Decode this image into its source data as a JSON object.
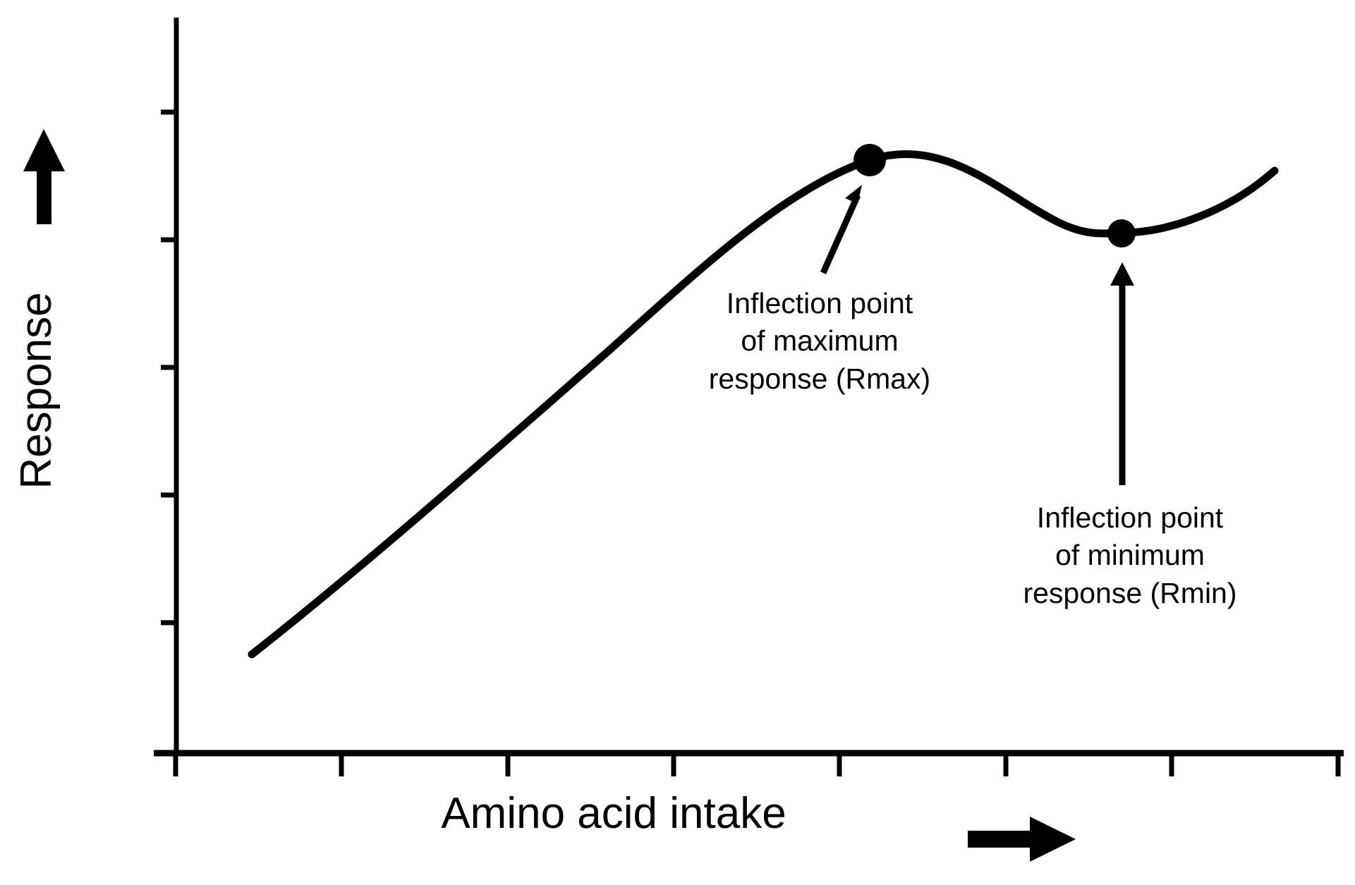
{
  "chart_data": {
    "type": "line",
    "title": "",
    "xlabel": "Amino acid intake",
    "ylabel": "Response",
    "xlabel_arrow": "right-arrow",
    "ylabel_arrow": "up-arrow",
    "grid": false,
    "legend": null,
    "axis_tick_labels": {
      "x": [],
      "y": []
    },
    "x_axis_ticks_count": 8,
    "y_axis_ticks_count": 6,
    "x": [
      0.0,
      0.05,
      0.1,
      0.15,
      0.2,
      0.25,
      0.3,
      0.35,
      0.4,
      0.45,
      0.5,
      0.55,
      0.6,
      0.65,
      0.7,
      0.75,
      0.8,
      0.85,
      0.9,
      0.95,
      1.0
    ],
    "y": [
      0.16,
      0.215,
      0.27,
      0.325,
      0.38,
      0.435,
      0.49,
      0.545,
      0.6,
      0.655,
      0.71,
      0.757,
      0.79,
      0.81,
      0.815,
      0.8,
      0.775,
      0.747,
      0.733,
      0.745,
      0.79
    ],
    "series": [
      {
        "name": "response curve",
        "values": [
          0.16,
          0.215,
          0.27,
          0.325,
          0.38,
          0.435,
          0.49,
          0.545,
          0.6,
          0.655,
          0.71,
          0.757,
          0.79,
          0.81,
          0.815,
          0.8,
          0.775,
          0.747,
          0.733,
          0.745,
          0.79
        ]
      }
    ],
    "xlim": [
      0,
      1
    ],
    "ylim": [
      0,
      1
    ],
    "markers": [
      {
        "name": "Rmax",
        "x": 0.68,
        "y": 0.815,
        "label": "Inflection point of maximum response (Rmax)"
      },
      {
        "name": "Rmin",
        "x": 0.915,
        "y": 0.733,
        "label": "Inflection point of minimum response (Rmin)"
      }
    ],
    "annotations": [
      {
        "id": "max",
        "lines": [
          "Inflection point",
          "of maximum",
          "response (Rmax)"
        ],
        "arrow": "diagonal-up-right"
      },
      {
        "id": "min",
        "lines": [
          "Inflection point",
          "of minimum",
          "response (Rmin)"
        ],
        "arrow": "vertical-up"
      }
    ],
    "colors": {
      "curve": "#000000",
      "axis": "#000000",
      "marker": "#000000",
      "background": "#ffffff",
      "text": "#000000"
    }
  },
  "annotation_max": {
    "line1": "Inflection point",
    "line2": "of maximum",
    "line3": "response (Rmax)"
  },
  "annotation_min": {
    "line1": "Inflection point",
    "line2": "of minimum",
    "line3": "response (Rmin)"
  },
  "axes": {
    "y_title": "Response",
    "x_title": "Amino acid intake"
  }
}
